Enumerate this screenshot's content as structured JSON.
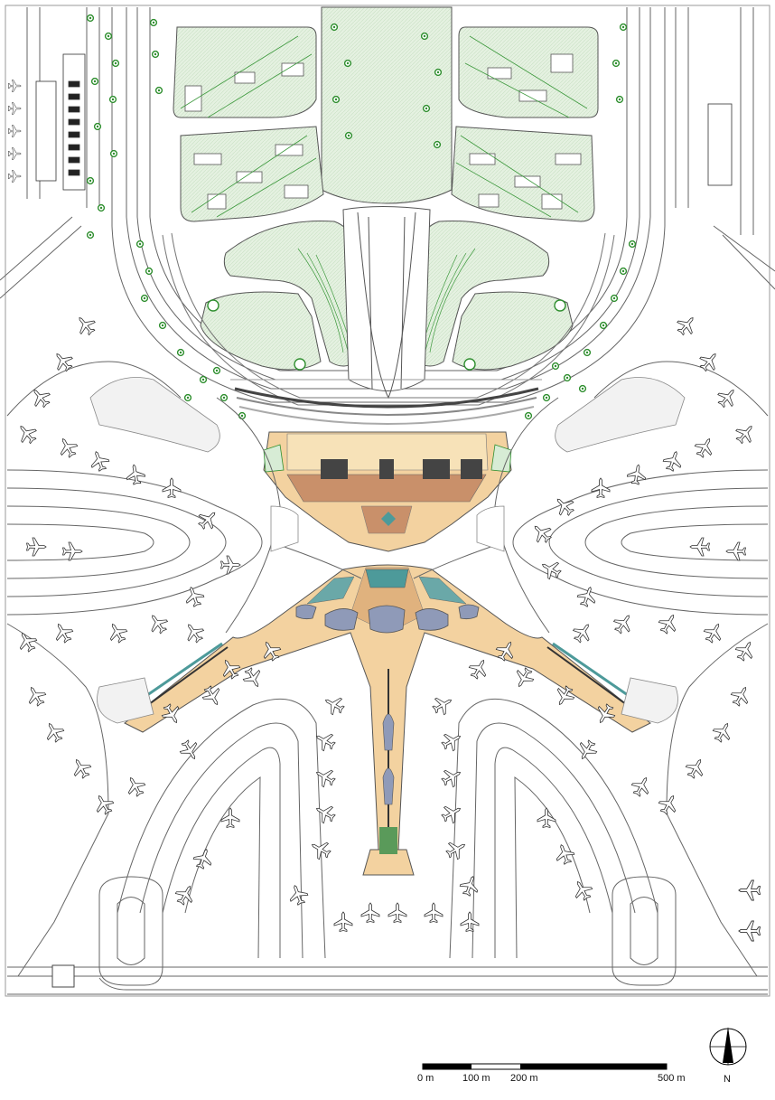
{
  "scale_bar": {
    "labels": [
      "0 m",
      "100 m",
      "200 m",
      "500 m"
    ]
  },
  "north_arrow": {
    "label": "N"
  },
  "colors": {
    "line": "#555555",
    "green_fill": "#e3f0df",
    "green_tree": "#2f8f2f",
    "terminal_fill": "#f3d2a0",
    "terminal_brown": "#c9906a",
    "terminal_teal": "#4d9a9a",
    "pod_fill": "#8f9ab8",
    "stand_gray": "#bfbfbf"
  },
  "icons": [
    "north-arrow-icon",
    "aircraft-icon",
    "tree-icon"
  ]
}
